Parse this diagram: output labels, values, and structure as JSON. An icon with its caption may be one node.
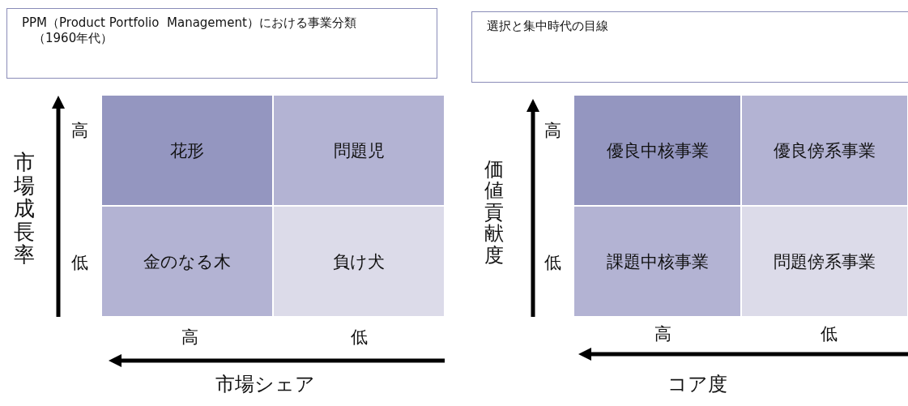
{
  "diagram": {
    "nodes": [
      {
        "text": [
          "PPM（Product Portfolio  Management）における事業分類",
          "（1960年代）"
        ]
      },
      {
        "text": [
          "選択と集中時代の目線"
        ]
      },
      {
        "text": [
          "花形"
        ]
      },
      {
        "text": [
          "問題児"
        ]
      },
      {
        "text": [
          "金のなる木"
        ]
      },
      {
        "text": [
          "負け犬"
        ]
      },
      {
        "text": [
          "優良中核事業"
        ]
      },
      {
        "text": [
          "優良傍系事業"
        ]
      },
      {
        "text": [
          "課題中核事業"
        ]
      },
      {
        "text": [
          "問題傍系事業"
        ]
      }
    ],
    "edges": [],
    "labels": [
      "市場成長率",
      "高",
      "低",
      "高",
      "低",
      "市場シェア",
      "価値貢献度",
      "高",
      "低",
      "高",
      "低",
      "コア度"
    ]
  }
}
